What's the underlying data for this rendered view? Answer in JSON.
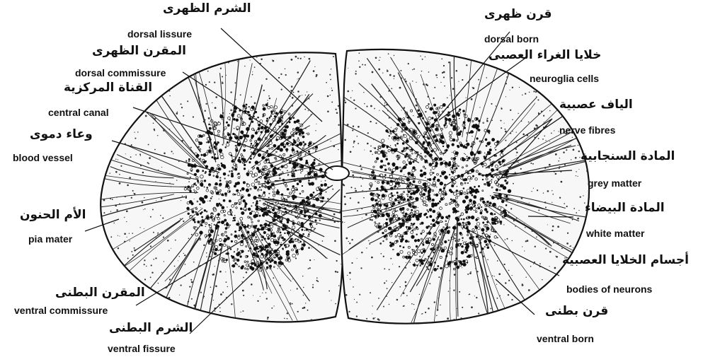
{
  "labels": {
    "dorsal_fissure": {
      "ar": "الشرم الظهرى",
      "en": "dorsal lissure"
    },
    "dorsal_commissure": {
      "ar": "المقرن الظهرى",
      "en": "dorsal commissure"
    },
    "central_canal": {
      "ar": "القناة المركزية",
      "en": "central canal"
    },
    "blood_vessel": {
      "ar": "وعاء دموى",
      "en": "blood vessel"
    },
    "pia_mater": {
      "ar": "الأم الحنون",
      "en": "pia mater"
    },
    "ventral_commissure": {
      "ar": "المقرن البطنى",
      "en": "ventral commissure"
    },
    "ventral_fissure": {
      "ar": "الشرم البطنى",
      "en": "ventral fissure"
    },
    "dorsal_horn": {
      "ar": "قرن ظهرى",
      "en": "dorsal born"
    },
    "neuroglia_cells": {
      "ar": "خلايا الغراء العصبى",
      "en": "neuroglia cells"
    },
    "nerve_fibres": {
      "ar": "الياف عصبية",
      "en": "nerve fibres"
    },
    "grey_matter": {
      "ar": "المادة السنجابية",
      "en": "grey matter"
    },
    "white_matter": {
      "ar": "المادة البيضاء",
      "en": "white matter"
    },
    "neuron_bodies": {
      "ar": "أجسام الخلايا العصبية",
      "en": "bodies of neurons"
    },
    "ventral_horn": {
      "ar": "قرن بطنى",
      "en": "ventral born"
    }
  },
  "colors": {
    "ink": "#111111",
    "tissue": "#ffffff",
    "grey_matter_ink": "#1a1a1a"
  }
}
